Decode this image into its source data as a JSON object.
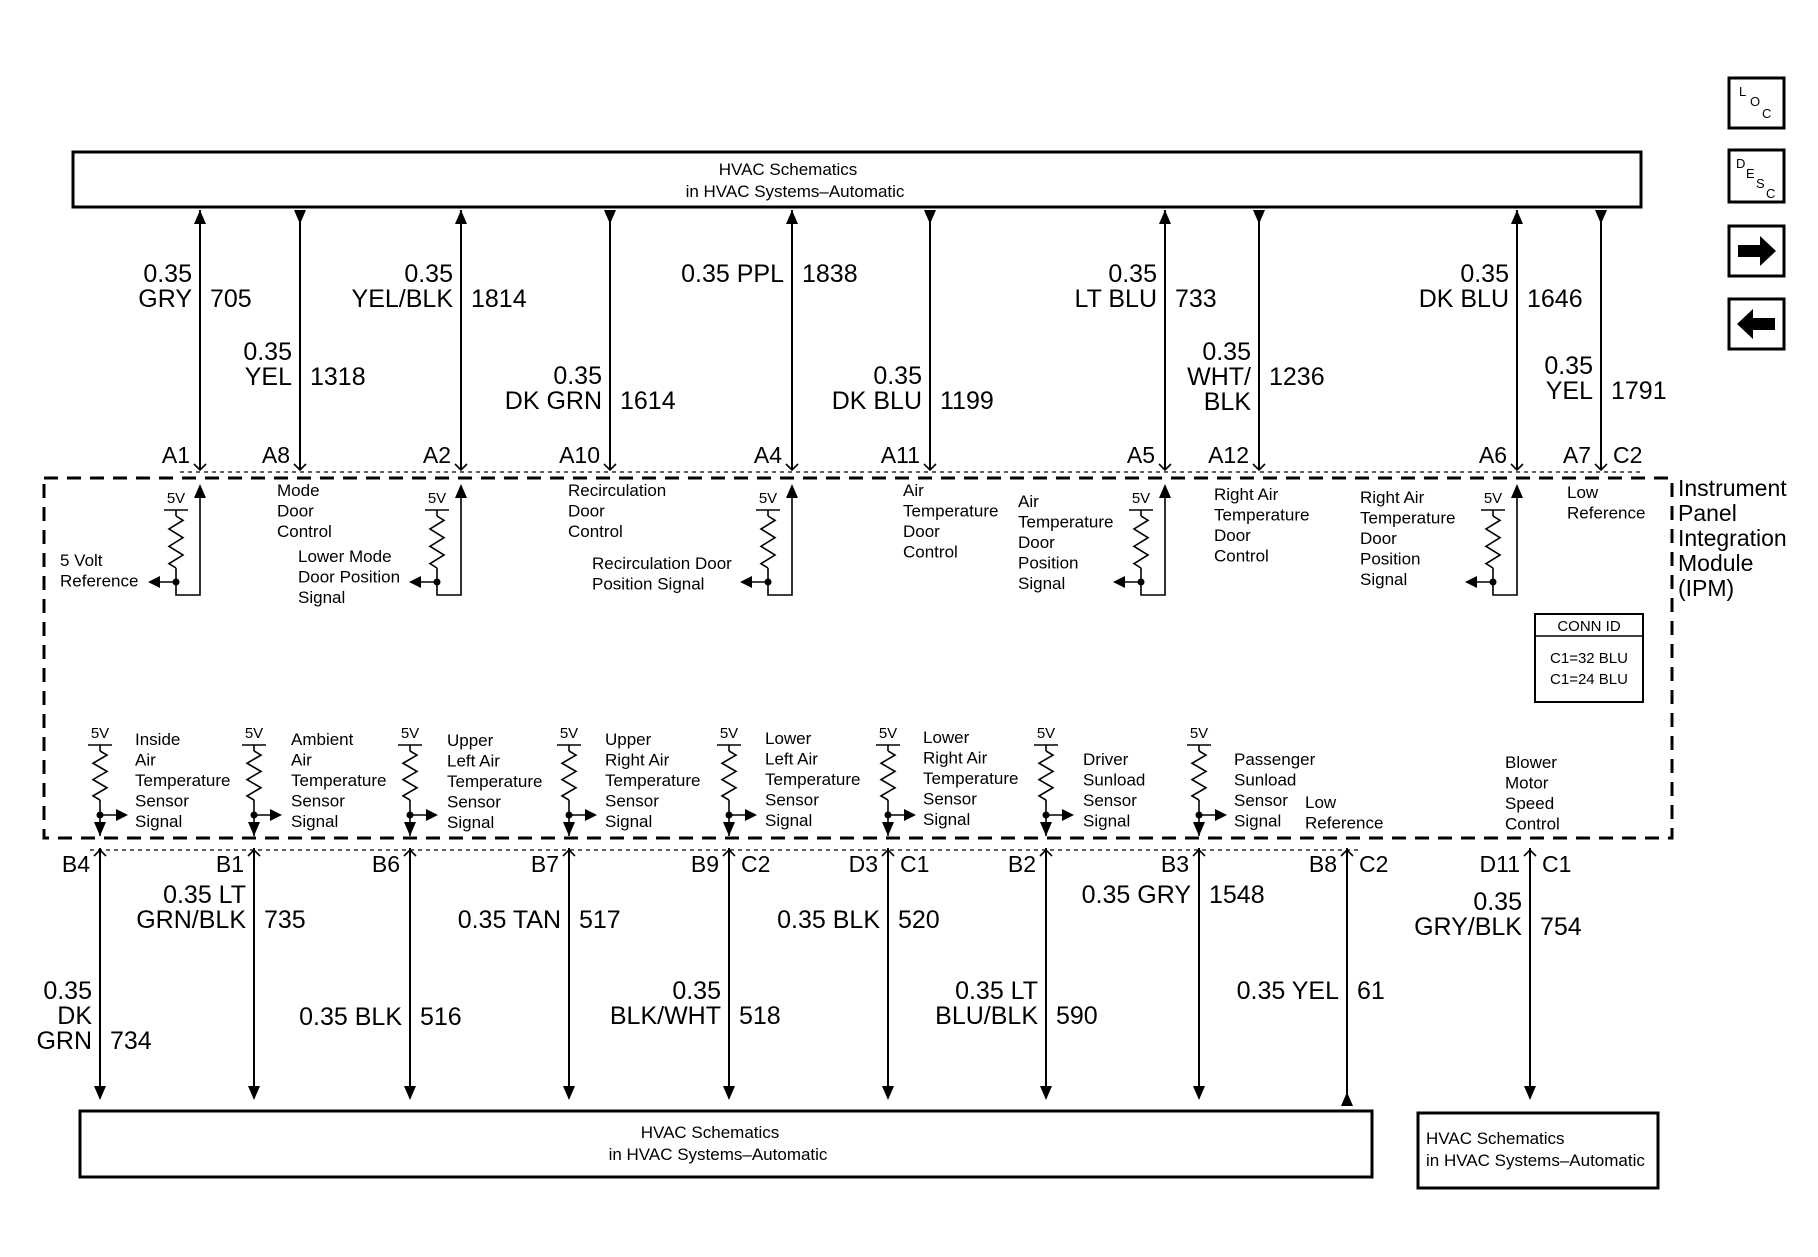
{
  "top_box": {
    "line1": "HVAC Schematics",
    "line2": "in HVAC Systems–Automatic"
  },
  "bottom_box_main": {
    "line1": "HVAC Schematics",
    "line2": "in HVAC Systems–Automatic"
  },
  "bottom_box_side": {
    "line1": "HVAC Schematics",
    "line2": "in HVAC Systems–Automatic"
  },
  "nav": {
    "loc": {
      "a": "L",
      "b": "O",
      "c": "C"
    },
    "desc": {
      "a": "D",
      "b": "E",
      "c": "S",
      "d": "C"
    },
    "next_icon": "right-arrow-icon",
    "prev_icon": "left-arrow-icon"
  },
  "module": {
    "line1": "Instrument",
    "line2": "Panel",
    "line3": "Integration",
    "line4": "Module",
    "line5": "(IPM)"
  },
  "conn_id": {
    "title": "CONN ID",
    "c1": "C1=32 BLU",
    "c2": "C1=24 BLU"
  },
  "voltage": "5V",
  "top_wires": [
    {
      "pin": "A1",
      "wire": [
        "0.35",
        "GRY"
      ],
      "circuit": "705",
      "dir": "up"
    },
    {
      "pin": "A8",
      "wire": [
        "0.35",
        "YEL"
      ],
      "circuit": "1318",
      "dir": "down"
    },
    {
      "pin": "A2",
      "wire": [
        "0.35",
        "YEL/BLK"
      ],
      "circuit": "1814",
      "dir": "up"
    },
    {
      "pin": "A10",
      "wire": [
        "0.35",
        "DK GRN"
      ],
      "circuit": "1614",
      "dir": "down"
    },
    {
      "pin": "A4",
      "wire": [
        "0.35 PPL"
      ],
      "circuit": "1838",
      "dir": "up"
    },
    {
      "pin": "A11",
      "wire": [
        "0.35",
        "DK BLU"
      ],
      "circuit": "1199",
      "dir": "down"
    },
    {
      "pin": "A5",
      "wire": [
        "0.35",
        "LT BLU"
      ],
      "circuit": "733",
      "dir": "up"
    },
    {
      "pin": "A12",
      "wire": [
        "0.35",
        "WHT/",
        "BLK"
      ],
      "circuit": "1236",
      "dir": "down"
    },
    {
      "pin": "A6",
      "wire": [
        "0.35",
        "DK BLU"
      ],
      "circuit": "1646",
      "dir": "up"
    },
    {
      "pin": "A7",
      "pin2": "C2",
      "wire": [
        "0.35",
        "YEL"
      ],
      "circuit": "1791",
      "dir": "down"
    }
  ],
  "top_labels": [
    [
      "5 Volt",
      "Reference"
    ],
    [
      "Mode",
      "Door",
      "Control"
    ],
    [
      "Lower Mode",
      "Door Position",
      "Signal"
    ],
    [
      "Recirculation",
      "Door",
      "Control"
    ],
    [
      "Recirculation Door",
      "Position Signal"
    ],
    [
      "Air",
      "Temperature",
      "Door",
      "Control"
    ],
    [
      "Air",
      "Temperature",
      "Door",
      "Position",
      "Signal"
    ],
    [
      "Right Air",
      "Temperature",
      "Door",
      "Control"
    ],
    [
      "Right Air",
      "Temperature",
      "Door",
      "Position",
      "Signal"
    ],
    [
      "Low",
      "Reference"
    ]
  ],
  "bottom_wires": [
    {
      "pin": "B4",
      "wire": [
        "0.35",
        "DK",
        "GRN"
      ],
      "circuit": "734"
    },
    {
      "pin": "B1",
      "wire": [
        "0.35 LT",
        "GRN/BLK"
      ],
      "circuit": "735"
    },
    {
      "pin": "B6",
      "wire": [
        "0.35 BLK"
      ],
      "circuit": "516"
    },
    {
      "pin": "B7",
      "wire": [
        "0.35 TAN"
      ],
      "circuit": "517"
    },
    {
      "pin": "B9",
      "pin2": "C2",
      "wire": [
        "0.35",
        "BLK/WHT"
      ],
      "circuit": "518"
    },
    {
      "pin": "D3",
      "pin2": "C1",
      "wire": [
        "0.35 BLK"
      ],
      "circuit": "520"
    },
    {
      "pin": "B2",
      "wire": [
        "0.35 LT",
        "BLU/BLK"
      ],
      "circuit": "590"
    },
    {
      "pin": "B3",
      "wire": [
        "0.35 GRY"
      ],
      "circuit": "1548"
    },
    {
      "pin": "B8",
      "pin2": "C2",
      "wire": [
        "0.35 YEL"
      ],
      "circuit": "61"
    },
    {
      "pin": "D11",
      "pin2": "C1",
      "wire": [
        "0.35",
        "GRY/BLK"
      ],
      "circuit": "754"
    }
  ],
  "bottom_labels": [
    [
      "Inside",
      "Air",
      "Temperature",
      "Sensor",
      "Signal"
    ],
    [
      "Ambient",
      "Air",
      "Temperature",
      "Sensor",
      "Signal"
    ],
    [
      "Upper",
      "Left Air",
      "Temperature",
      "Sensor",
      "Signal"
    ],
    [
      "Upper",
      "Right Air",
      "Temperature",
      "Sensor",
      "Signal"
    ],
    [
      "Lower",
      "Left Air",
      "Temperature",
      "Sensor",
      "Signal"
    ],
    [
      "Lower",
      "Right Air",
      "Temperature",
      "Sensor",
      "Signal"
    ],
    [
      "Driver",
      "Sunload",
      "Sensor",
      "Signal"
    ],
    [
      "Passenger",
      "Sunload",
      "Sensor",
      "Signal"
    ],
    [
      "Low",
      "Reference"
    ],
    [
      "Blower",
      "Motor",
      "Speed",
      "Control"
    ]
  ]
}
